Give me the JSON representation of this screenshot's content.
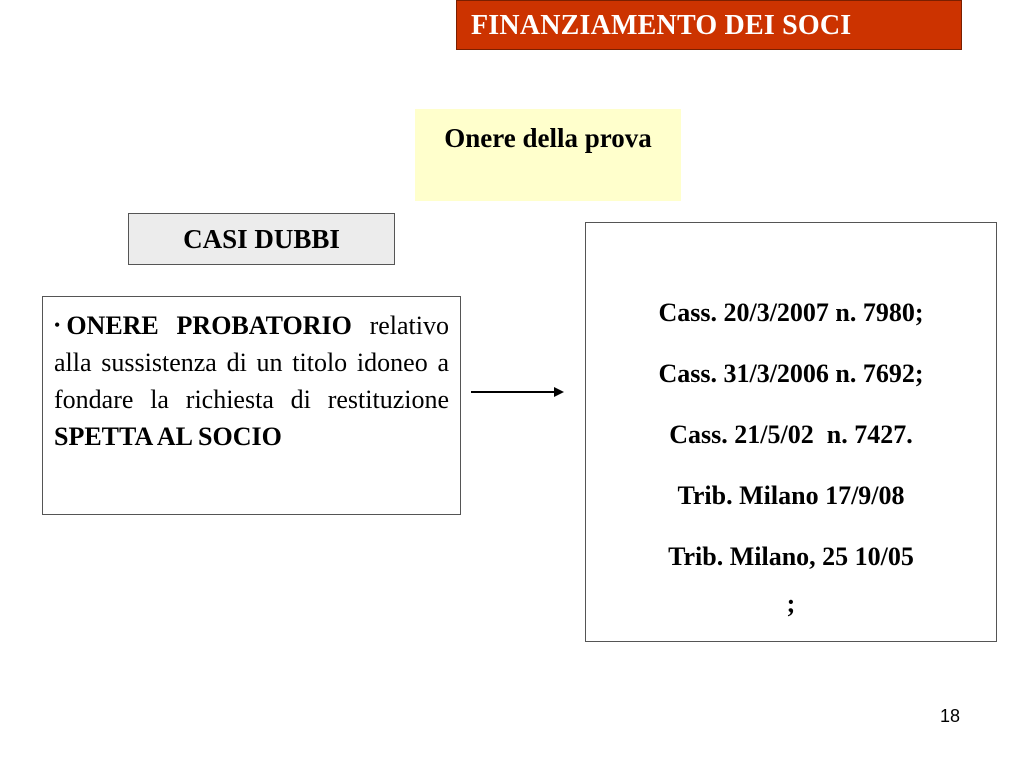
{
  "slide": {
    "title": "FINANZIAMENTO DEI SOCI",
    "topic": "Onere della prova",
    "section_label": "CASI DUBBI",
    "rule": {
      "bullet": "•",
      "lead_bold": "ONERE PROBATORIO",
      "body": " relativo alla sussistenza di un titolo idoneo a fondare la richiesta di restituzione ",
      "tail_bold": "SPETTA AL SOCIO"
    },
    "cases": [
      "Cass. 20/3/2007 n. 7980;",
      "Cass. 31/3/2006 n. 7692;",
      "Cass. 21/5/02  n. 7427.",
      "Trib. Milano 17/9/08",
      "Trib. Milano, 25 10/05"
    ],
    "cases_tail": ";",
    "page_number": "18"
  },
  "colors": {
    "title_background": "#cc3300",
    "title_text": "#ffffff",
    "topic_background": "#ffffcc",
    "section_background": "#ececec"
  }
}
